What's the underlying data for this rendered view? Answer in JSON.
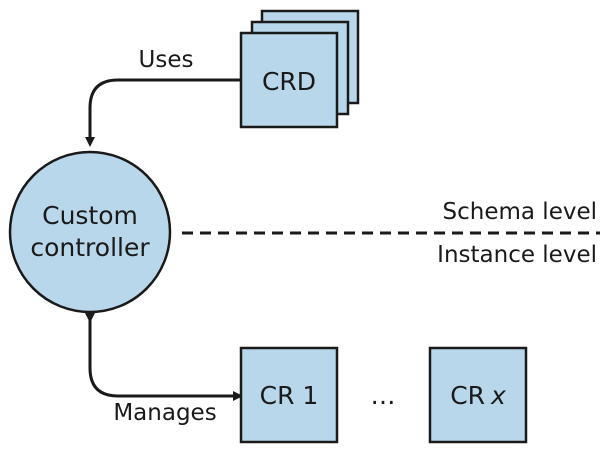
{
  "colors": {
    "fill": "#b9d7ea",
    "stroke": "#1a1a1a",
    "background": "#ffffff"
  },
  "nodes": {
    "controller": {
      "line1": "Custom",
      "line2": "controller"
    },
    "crd": {
      "label": "CRD"
    },
    "cr1": {
      "label": "CR 1"
    },
    "crx": {
      "label_prefix": "CR",
      "label_var": "x"
    },
    "ellipsis": "…"
  },
  "edges": {
    "uses": "Uses",
    "manages": "Manages"
  },
  "levels": {
    "schema": "Schema level",
    "instance": "Instance level"
  }
}
